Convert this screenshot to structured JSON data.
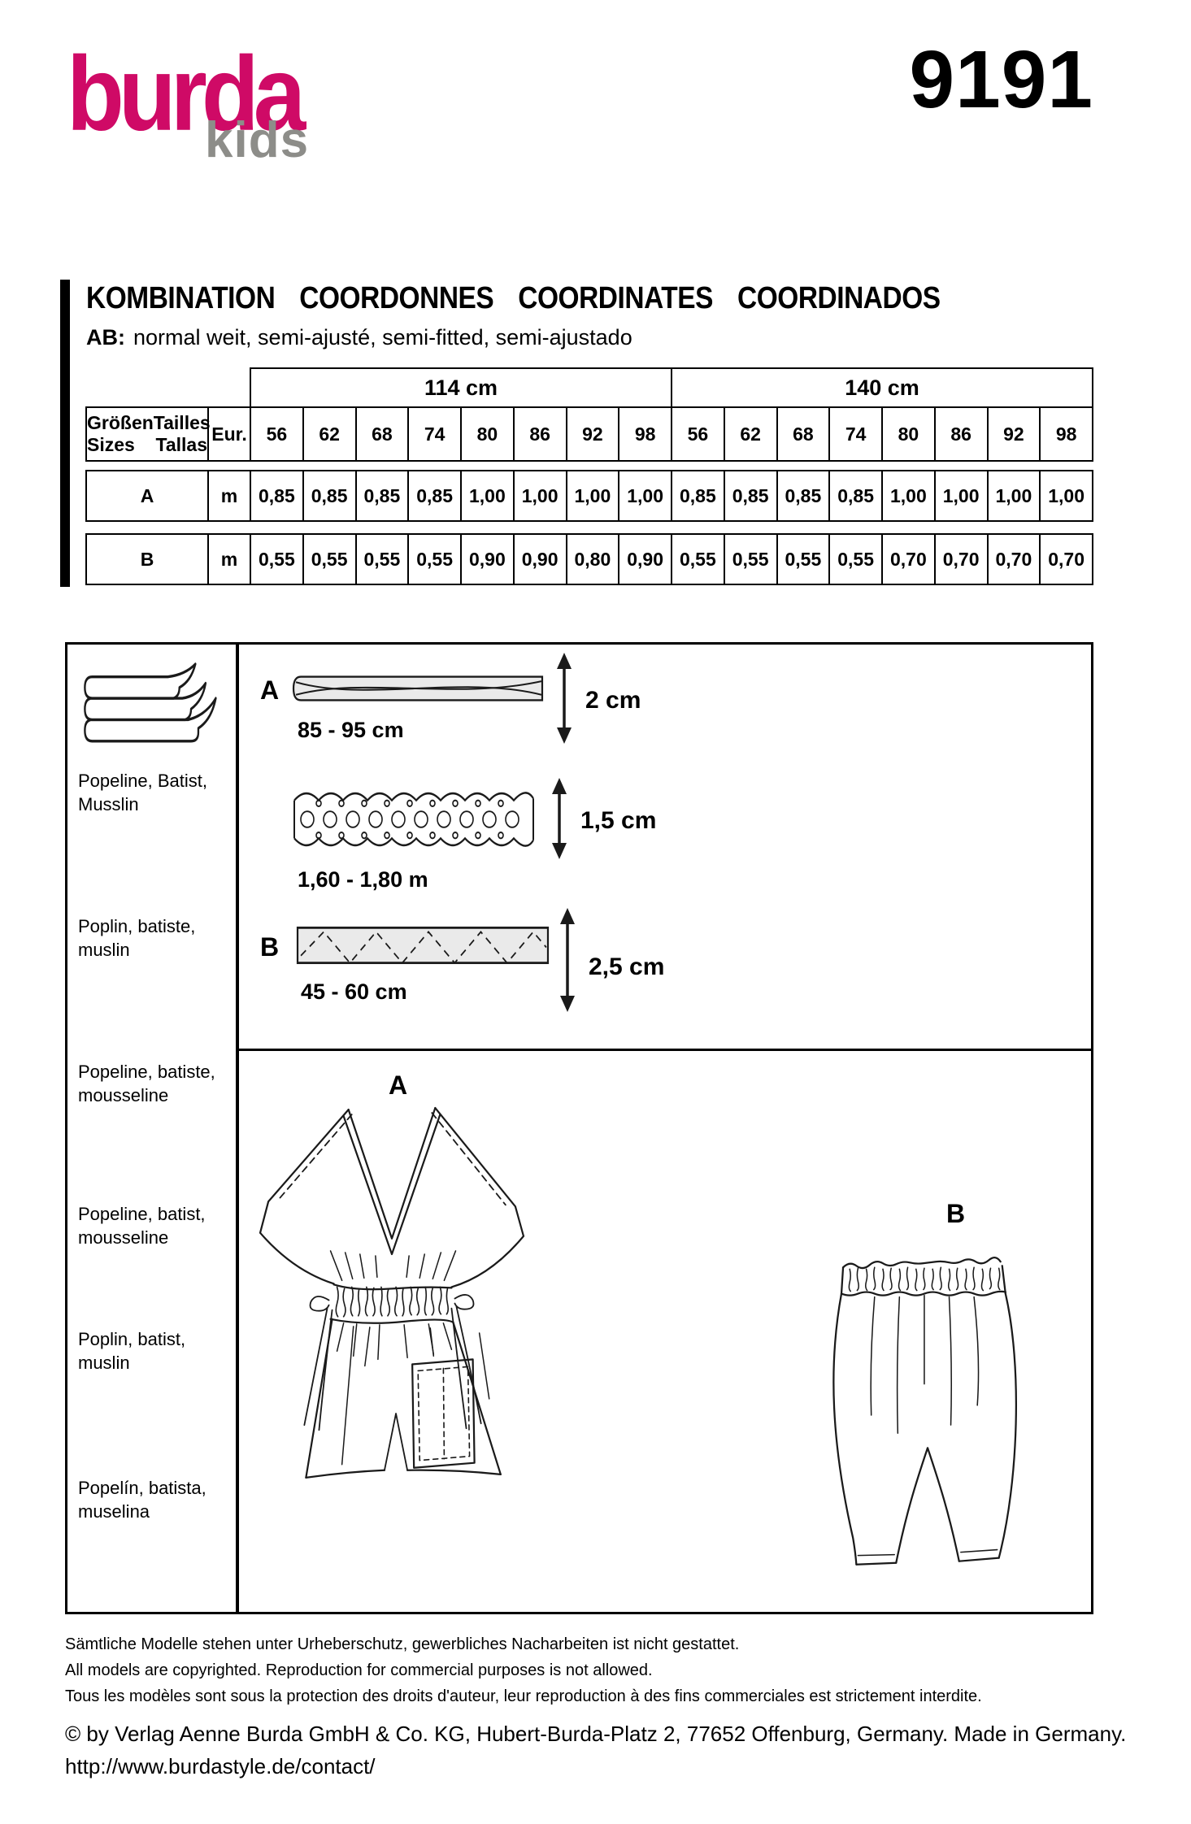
{
  "colors": {
    "brand": "#cf0a66",
    "kids": "#8d8d89"
  },
  "header": {
    "logo_main": "burda",
    "logo_sub": "kids",
    "pattern_number": "9191"
  },
  "title": {
    "heading": "KOMBINATION COORDONNES COORDINATES COORDINADOS",
    "subtitle_prefix": "AB:",
    "subtitle_text": "normal weit, semi-ajusté, semi-fitted, semi-ajustado"
  },
  "yardage_table": {
    "width_114": "114 cm",
    "width_140": "140 cm",
    "size_words": [
      "Größen",
      "Tailles",
      "Sizes",
      "Tallas"
    ],
    "eur_label": "Eur.",
    "sizes": [
      "56",
      "62",
      "68",
      "74",
      "80",
      "86",
      "92",
      "98"
    ],
    "rows": [
      {
        "view": "A",
        "unit": "m",
        "values_114": [
          "0,85",
          "0,85",
          "0,85",
          "0,85",
          "1,00",
          "1,00",
          "1,00",
          "1,00"
        ],
        "values_140": [
          "0,85",
          "0,85",
          "0,85",
          "0,85",
          "1,00",
          "1,00",
          "1,00",
          "1,00"
        ]
      },
      {
        "view": "B",
        "unit": "m",
        "values_114": [
          "0,55",
          "0,55",
          "0,55",
          "0,55",
          "0,90",
          "0,90",
          "0,80",
          "0,90"
        ],
        "values_140": [
          "0,55",
          "0,55",
          "0,55",
          "0,55",
          "0,70",
          "0,70",
          "0,70",
          "0,70"
        ]
      }
    ]
  },
  "fabrics": [
    "Popeline, Batist, Musslin",
    "Poplin, batiste, muslin",
    "Popeline, batiste, mousseline",
    "Popeline, batist, mousseline",
    "Poplin, batist, muslin",
    "Popelín, batista, muselina"
  ],
  "notions": {
    "view_a": "A",
    "view_b": "B",
    "elastic_length": "85 - 95 cm",
    "elastic_width": "2 cm",
    "lace_length": "1,60 - 1,80 m",
    "lace_width": "1,5 cm",
    "bias_length": "45 - 60 cm",
    "bias_width": "2,5 cm"
  },
  "views": {
    "a": "A",
    "b": "B"
  },
  "footer": {
    "de": "Sämtliche Modelle stehen unter Urheberschutz, gewerbliches Nacharbeiten ist nicht gestattet.",
    "en": "All models are copyrighted. Reproduction for commercial purposes is not allowed.",
    "fr": "Tous les modèles sont sous la protection des droits d'auteur, leur reproduction à des fins commerciales est strictement interdite.",
    "copyright": "© by Verlag Aenne Burda GmbH & Co. KG, Hubert-Burda-Platz 2, 77652 Offenburg, Germany. Made in Germany.",
    "url": "http://www.burdastyle.de/contact/"
  }
}
